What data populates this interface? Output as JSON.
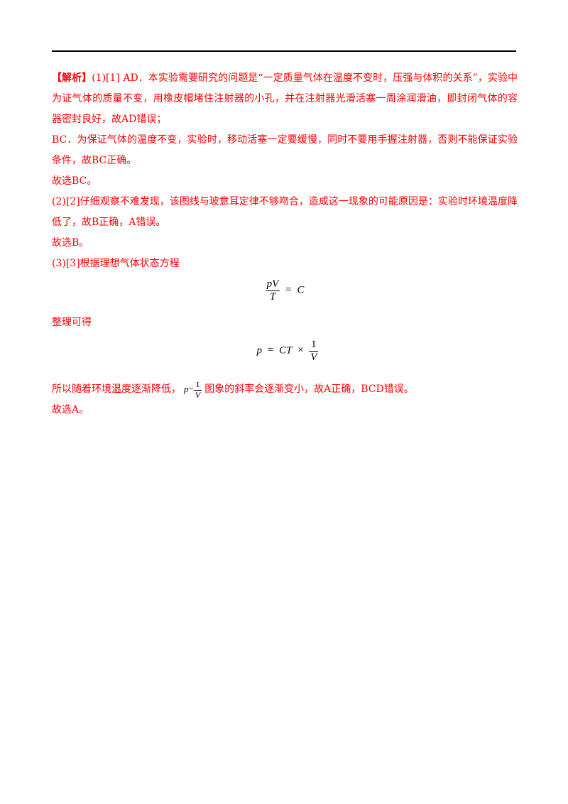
{
  "analysis": {
    "label": "【解析】",
    "p1_rest": "(1)[1] AD．本实验需要研究的问题是“一定质量气体在温度不变时，压强与体积的关系”，实验中为证气体的质量不变，用橡皮帽堵住注射器的小孔，并在注射器光滑活塞一周涂润滑油，即封闭气体的容器密封良好，故AD错误；",
    "p2": "BC．为保证气体的温度不变，实验时，移动活塞一定要缓慢，同时不要用手握注射器，否则不能保证实验条件，故BC正确。",
    "p3": "故选BC。",
    "p4": "(2)[2]仔细观察不难发现，该图线与玻意耳定律不够吻合，造成这一现象的可能原因是：实验时环境温度降低了，故B正确，A错误。",
    "p5": "故选B。",
    "p6": "(3)[3]根据理想气体状态方程",
    "p7": "整理可得",
    "p8_before": "所以随着环境温度逐渐降低，",
    "p8_after": "图象的斜率会逐渐变小，故A正确，BCD错误。",
    "p9": "故选A。"
  },
  "formulas": {
    "f1_num": "pV",
    "f1_den": "T",
    "f1_eq": "=",
    "f1_rhs": "C",
    "f2_lhs": "p",
    "f2_eq": "=",
    "f2_ct": "CT",
    "f2_times": "×",
    "f2_num": "1",
    "f2_den": "V",
    "inline_p": "p",
    "inline_minus": "−",
    "inline_num": "1",
    "inline_den": "V"
  },
  "colors": {
    "text": "#ff0000",
    "formula": "#000000",
    "rule": "#000000"
  }
}
